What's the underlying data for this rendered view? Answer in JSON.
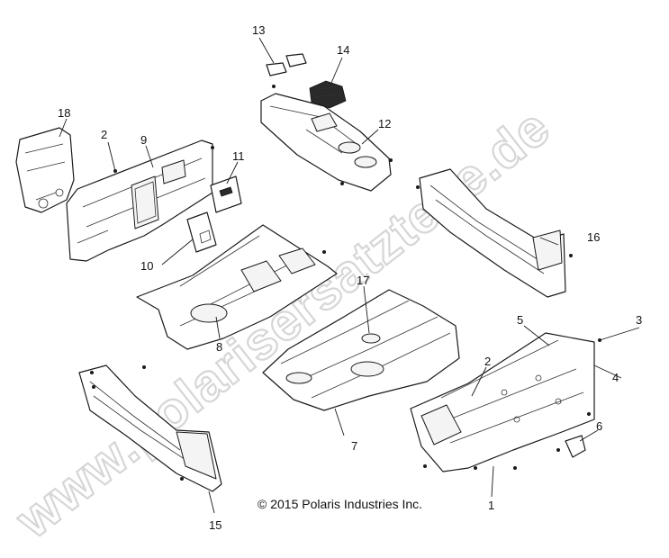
{
  "copyright": "© 2015 Polaris Industries Inc.",
  "watermark": "www.polarisersatzteile.de",
  "callouts": [
    "1",
    "2",
    "3",
    "4",
    "5",
    "6",
    "7",
    "8",
    "9",
    "10",
    "11",
    "12",
    "13",
    "14",
    "15",
    "16",
    "17",
    "18"
  ]
}
